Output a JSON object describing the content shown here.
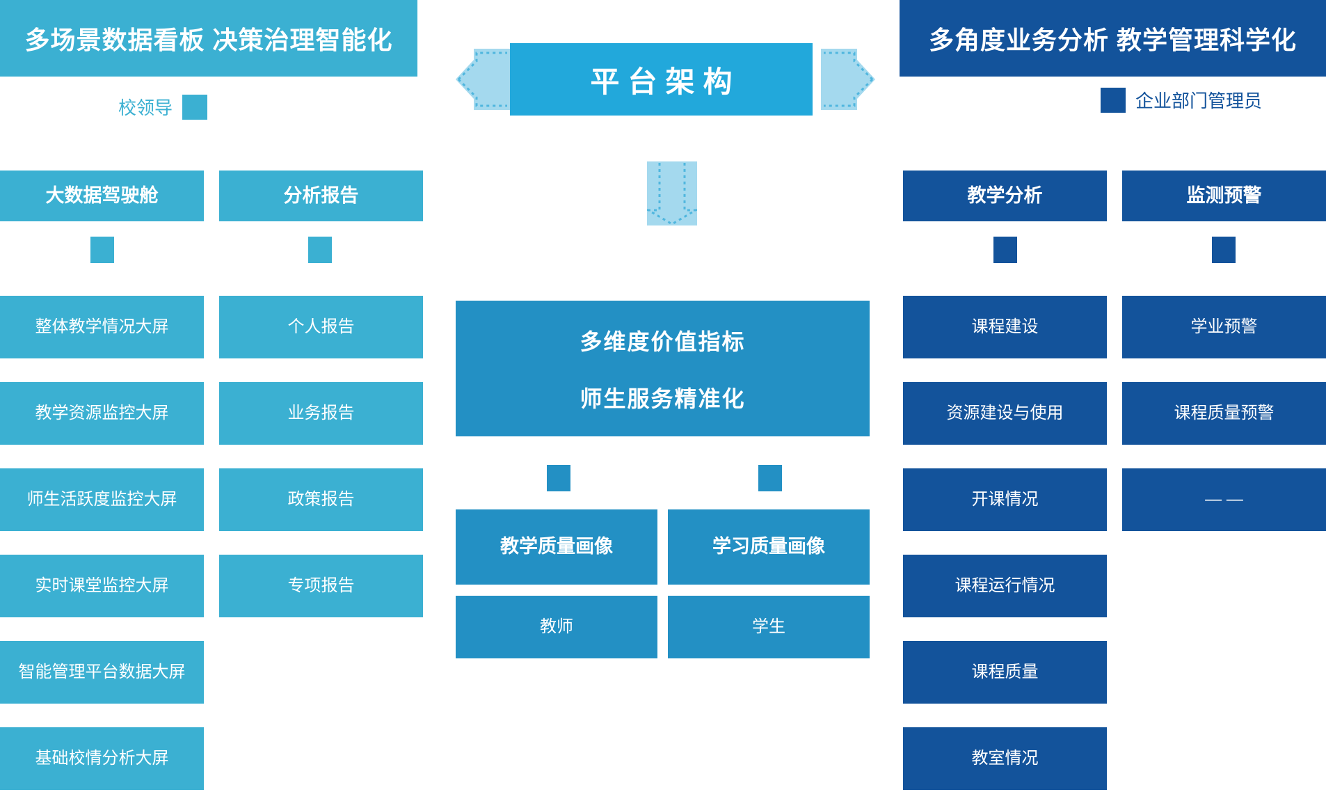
{
  "banners": {
    "left": "多场景数据看板 决策治理智能化",
    "right": "多角度业务分析 教学管理科学化"
  },
  "roles": {
    "left": "校领导",
    "right": "企业部门管理员"
  },
  "center": {
    "platform_title": "平台架构",
    "value_line1": "多维度价值指标",
    "value_line2": "师生服务精准化",
    "arrow_left_icon": "arrow-left-icon",
    "arrow_right_icon": "arrow-right-icon",
    "arrow_down_icon": "arrow-down-icon",
    "portraits": [
      {
        "header": "教学质量画像",
        "leaf": "教师"
      },
      {
        "header": "学习质量画像",
        "leaf": "学生"
      }
    ]
  },
  "left_columns": [
    {
      "header": "大数据驾驶舱",
      "items": [
        "整体教学情况大屏",
        "教学资源监控大屏",
        "师生活跃度监控大屏",
        "实时课堂监控大屏",
        "智能管理平台数据大屏",
        "基础校情分析大屏"
      ]
    },
    {
      "header": "分析报告",
      "items": [
        "个人报告",
        "业务报告",
        "政策报告",
        "专项报告"
      ]
    }
  ],
  "right_columns": [
    {
      "header": "教学分析",
      "items": [
        "课程建设",
        "资源建设与使用",
        "开课情况",
        "课程运行情况",
        "课程质量",
        "教室情况"
      ]
    },
    {
      "header": "监测预警",
      "items": [
        "学业预警",
        "课程质量预警",
        "— —"
      ]
    }
  ],
  "colors": {
    "cyan": "#3BB0D2",
    "mid_blue": "#2390C4",
    "platform_blue": "#22A8DB",
    "navy": "#13539B",
    "arrow_fill": "#A4D9EE"
  }
}
